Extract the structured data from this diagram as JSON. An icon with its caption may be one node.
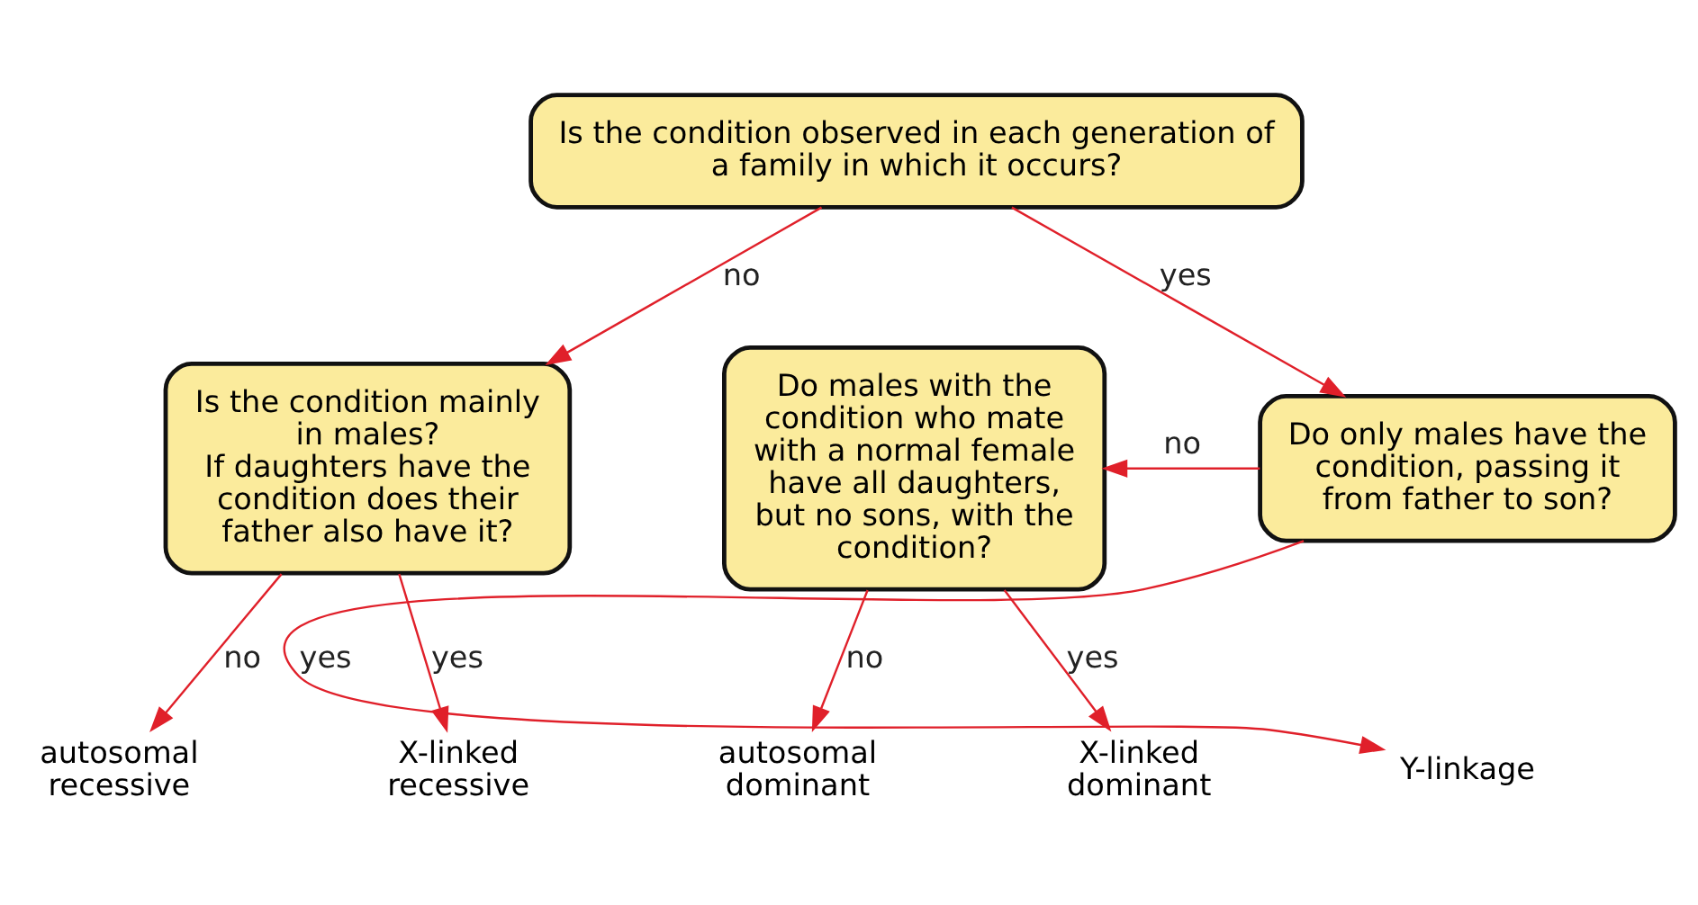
{
  "diagram": {
    "nodes": [
      {
        "text": [
          "Is the condition observed in each generation of a family in which it occurs?"
        ]
      },
      {
        "text": [
          "Is the condition mainly in males?",
          "If daughters have the condition does their father also have it?"
        ]
      },
      {
        "text": [
          "Do males with the condition who mate with a normal female have all daughters, but no sons, with the condition?"
        ]
      },
      {
        "text": [
          "Do only males have the condition, passing it from father to son?"
        ]
      },
      {
        "text": [
          "autosomal recessive"
        ]
      },
      {
        "text": [
          "X-linked recessive"
        ]
      },
      {
        "text": [
          "autosomal dominant"
        ]
      },
      {
        "text": [
          "X-linked dominant"
        ]
      },
      {
        "text": [
          "Y-linkage"
        ]
      }
    ],
    "edges": [
      {
        "from": 0,
        "to": 1,
        "arrow": "to",
        "label": "no"
      },
      {
        "from": 0,
        "to": 3,
        "arrow": "to",
        "label": "yes"
      },
      {
        "from": 3,
        "to": 2,
        "arrow": "to",
        "label": "no"
      },
      {
        "from": 1,
        "to": 4,
        "arrow": "to",
        "label": "no"
      },
      {
        "from": 1,
        "to": 5,
        "arrow": "to",
        "label": "yes"
      },
      {
        "from": 2,
        "to": 6,
        "arrow": "to",
        "label": "no"
      },
      {
        "from": 2,
        "to": 7,
        "arrow": "to",
        "label": "yes"
      },
      {
        "from": 3,
        "to": 8,
        "arrow": "to",
        "label": "yes"
      }
    ]
  }
}
